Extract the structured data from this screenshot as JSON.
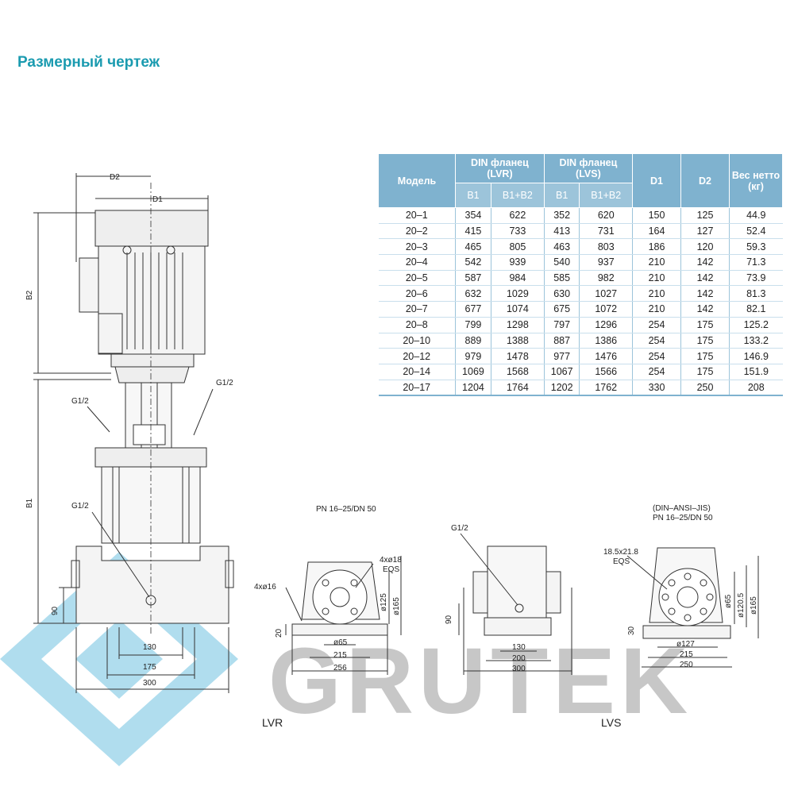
{
  "title": "Размерный чертеж",
  "table": {
    "header": {
      "model": "Модель",
      "lvr": "DIN фланец (LVR)",
      "lvs": "DIN фланец (LVS)",
      "d1": "D1",
      "d2": "D2",
      "weight": "Вес нетто (кг)",
      "b1": "B1",
      "b1b2": "B1+B2"
    },
    "rows": [
      [
        "20–1",
        "354",
        "622",
        "352",
        "620",
        "150",
        "125",
        "44.9"
      ],
      [
        "20–2",
        "415",
        "733",
        "413",
        "731",
        "164",
        "127",
        "52.4"
      ],
      [
        "20–3",
        "465",
        "805",
        "463",
        "803",
        "186",
        "120",
        "59.3"
      ],
      [
        "20–4",
        "542",
        "939",
        "540",
        "937",
        "210",
        "142",
        "71.3"
      ],
      [
        "20–5",
        "587",
        "984",
        "585",
        "982",
        "210",
        "142",
        "73.9"
      ],
      [
        "20–6",
        "632",
        "1029",
        "630",
        "1027",
        "210",
        "142",
        "81.3"
      ],
      [
        "20–7",
        "677",
        "1074",
        "675",
        "1072",
        "210",
        "142",
        "82.1"
      ],
      [
        "20–8",
        "799",
        "1298",
        "797",
        "1296",
        "254",
        "175",
        "125.2"
      ],
      [
        "20–10",
        "889",
        "1388",
        "887",
        "1386",
        "254",
        "175",
        "133.2"
      ],
      [
        "20–12",
        "979",
        "1478",
        "977",
        "1476",
        "254",
        "175",
        "146.9"
      ],
      [
        "20–14",
        "1069",
        "1568",
        "1067",
        "1566",
        "254",
        "175",
        "151.9"
      ],
      [
        "20–17",
        "1204",
        "1764",
        "1202",
        "1762",
        "330",
        "250",
        "208"
      ]
    ]
  },
  "drawing": {
    "main": {
      "d2": "D2",
      "d1": "D1",
      "b2": "B2",
      "b1": "B1",
      "g12_left": "G1/2",
      "g12_right": "G1/2",
      "g12_drain": "G1/2",
      "dim90": "90",
      "dim130": "130",
      "dim175": "175",
      "dim300": "300"
    },
    "lvr": {
      "caption": "LVR",
      "pn": "PN 16–25/DN 50",
      "holes4": "4xø16",
      "holes18": "4xø18",
      "eqs": "EQS",
      "d125": "ø125",
      "d165": "ø165",
      "d65": "ø65",
      "dim20": "20",
      "dim215": "215",
      "dim256": "256"
    },
    "side": {
      "g12": "G1/2",
      "dim90": "90",
      "dim130": "130",
      "dim200": "200",
      "dim300": "300"
    },
    "lvs": {
      "caption": "LVS",
      "std": "(DIN–ANSI–JIS)",
      "pn": "PN 16–25/DN 50",
      "slot": "18.5x21.8",
      "eqs": "EQS",
      "d65": "ø65",
      "d1205": "ø120.5",
      "d165": "ø165",
      "d127": "ø127",
      "dim30": "30",
      "dim215": "215",
      "dim250": "250"
    }
  },
  "watermark": {
    "text": "GRUTEK",
    "color": "#9a9a9a",
    "accent": "#7cc7e3"
  }
}
